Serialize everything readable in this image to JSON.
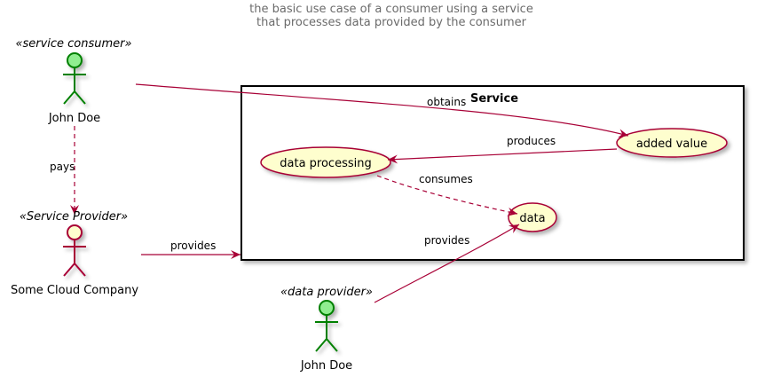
{
  "title": {
    "line1": "the basic use case of a consumer using a service",
    "line2": "that processes data provided by the consumer"
  },
  "package": {
    "name": "Service"
  },
  "actors": {
    "consumer": {
      "stereotype": "«service consumer»",
      "name": "John Doe"
    },
    "provider": {
      "stereotype": "«Service Provider»",
      "name": "Some Cloud Company"
    },
    "data_provider": {
      "stereotype": "«data provider»",
      "name": "John Doe"
    }
  },
  "use_cases": {
    "data_processing": "data processing",
    "added_value": "added value",
    "data": "data"
  },
  "edges": {
    "obtains": "obtains",
    "produces": "produces",
    "consumes": "consumes",
    "pays": "pays",
    "provides_service": "provides",
    "provides_data": "provides"
  },
  "colors": {
    "line": "#a80036",
    "usecase_fill": "#fefece",
    "actor_green_fill": "#90ee90",
    "actor_green_stroke": "#008000",
    "actor_red_stroke": "#a80036",
    "actor_yellow_fill": "#fefece"
  }
}
